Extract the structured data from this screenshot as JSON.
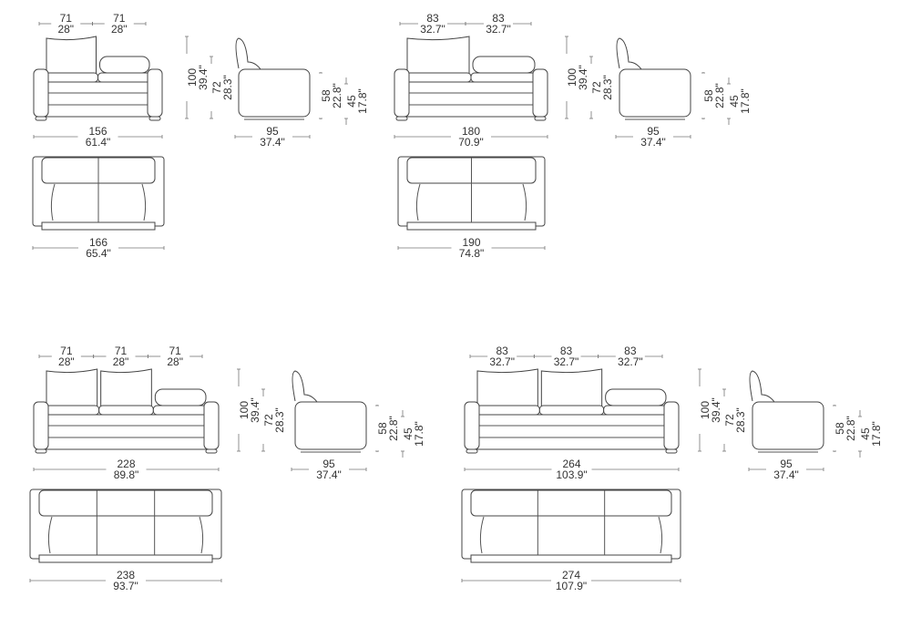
{
  "modules": [
    {
      "name": "two-seat-71",
      "seat_widths": [
        {
          "cm": "71",
          "in": "28\""
        },
        {
          "cm": "71",
          "in": "28\""
        }
      ],
      "width": {
        "cm": "156",
        "in": "61.4\""
      },
      "depth_top": {
        "cm": "166",
        "in": "65.4\""
      },
      "height": {
        "cm": "100",
        "in": "39.4\""
      },
      "arm_height": {
        "cm": "72",
        "in": "28.3\""
      },
      "side_depth": {
        "cm": "95",
        "in": "37.4\""
      },
      "back_height": {
        "cm": "58",
        "in": "22.8\""
      },
      "seat_height": {
        "cm": "45",
        "in": "17.8\""
      }
    },
    {
      "name": "two-seat-83",
      "seat_widths": [
        {
          "cm": "83",
          "in": "32.7\""
        },
        {
          "cm": "83",
          "in": "32.7\""
        }
      ],
      "width": {
        "cm": "180",
        "in": "70.9\""
      },
      "depth_top": {
        "cm": "190",
        "in": "74.8\""
      },
      "height": {
        "cm": "100",
        "in": "39.4\""
      },
      "arm_height": {
        "cm": "72",
        "in": "28.3\""
      },
      "side_depth": {
        "cm": "95",
        "in": "37.4\""
      },
      "back_height": {
        "cm": "58",
        "in": "22.8\""
      },
      "seat_height": {
        "cm": "45",
        "in": "17.8\""
      }
    },
    {
      "name": "three-seat-71",
      "seat_widths": [
        {
          "cm": "71",
          "in": "28\""
        },
        {
          "cm": "71",
          "in": "28\""
        },
        {
          "cm": "71",
          "in": "28\""
        }
      ],
      "width": {
        "cm": "228",
        "in": "89.8\""
      },
      "depth_top": {
        "cm": "238",
        "in": "93.7\""
      },
      "height": {
        "cm": "100",
        "in": "39.4\""
      },
      "arm_height": {
        "cm": "72",
        "in": "28.3\""
      },
      "side_depth": {
        "cm": "95",
        "in": "37.4\""
      },
      "back_height": {
        "cm": "58",
        "in": "22.8\""
      },
      "seat_height": {
        "cm": "45",
        "in": "17.8\""
      }
    },
    {
      "name": "three-seat-83",
      "seat_widths": [
        {
          "cm": "83",
          "in": "32.7\""
        },
        {
          "cm": "83",
          "in": "32.7\""
        },
        {
          "cm": "83",
          "in": "32.7\""
        }
      ],
      "width": {
        "cm": "264",
        "in": "103.9\""
      },
      "depth_top": {
        "cm": "274",
        "in": "107.9\""
      },
      "height": {
        "cm": "100",
        "in": "39.4\""
      },
      "arm_height": {
        "cm": "72",
        "in": "28.3\""
      },
      "side_depth": {
        "cm": "95",
        "in": "37.4\""
      },
      "back_height": {
        "cm": "58",
        "in": "22.8\""
      },
      "seat_height": {
        "cm": "45",
        "in": "17.8\""
      }
    }
  ]
}
